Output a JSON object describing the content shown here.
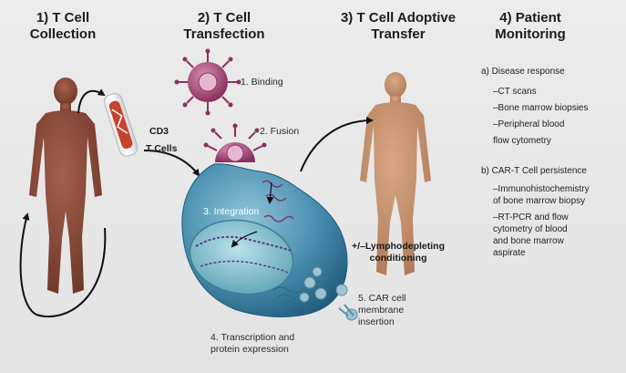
{
  "headings": {
    "step1": [
      "1) T Cell",
      "Collection"
    ],
    "step2": [
      "2) T Cell",
      "Transfection"
    ],
    "step3": [
      "3) T Cell Adoptive",
      "Transfer"
    ],
    "step4": [
      "4) Patient",
      "Monitoring"
    ]
  },
  "labels": {
    "cd3": "CD3",
    "t_cells": "T Cells",
    "binding": "1. Binding",
    "fusion": "2. Fusion",
    "integration": "3. Integration",
    "transcription": [
      "4. Transcription and",
      "protein expression"
    ],
    "car_insertion": [
      "5. CAR cell",
      "membrane",
      "insertion"
    ],
    "lymphodepleting": [
      "+/–Lymphodepleting",
      "conditioning"
    ]
  },
  "monitoring": {
    "disease_title": "a) Disease response",
    "disease_items": [
      "–CT scans",
      "–Bone marrow biopsies",
      "–Peripheral blood",
      "flow cytometry"
    ],
    "persistence_title": "b) CAR-T Cell persistence",
    "persistence_items": [
      "–Immunohistochemistry",
      "of bone marrow biopsy",
      "–RT-PCR and flow",
      "cytometry of blood",
      "and bone marrow",
      "aspirate"
    ]
  },
  "colors": {
    "body_left": "#8a4a3a",
    "body_right": "#c4906a",
    "virus": "#a24a78",
    "cell": "#3c7fa0",
    "nucleus": "#7ab8c8"
  }
}
